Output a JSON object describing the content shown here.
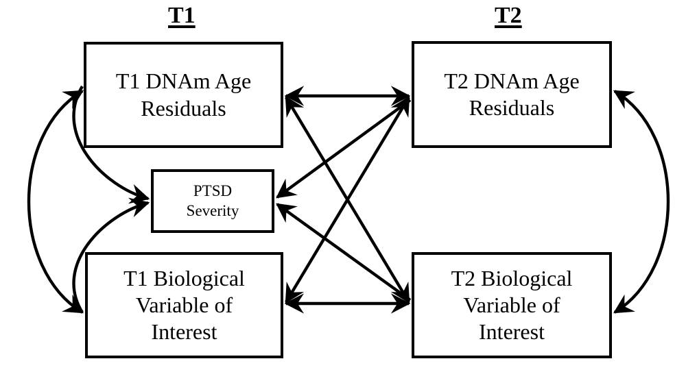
{
  "figure": {
    "type": "cross-lagged-panel-path-diagram",
    "background_color": "#FFFFFF",
    "line_color": "#000000"
  },
  "headers": [
    {
      "id": "wave-t1",
      "label": "T1"
    },
    {
      "id": "wave-t2",
      "label": "T2"
    }
  ],
  "nodes": [
    {
      "id": "t1-dnam-age-residuals",
      "line1": "T1 DNAm Age",
      "line2": "Residuals",
      "full_label": "T1 DNAm Age Residuals"
    },
    {
      "id": "t2-dnam-age-residuals",
      "line1": "T2 DNAm Age",
      "line2": "Residuals",
      "full_label": "T2 DNAm Age Residuals"
    },
    {
      "id": "ptsd-severity",
      "line1": "PTSD",
      "line2": "Severity",
      "full_label": "PTSD Severity"
    },
    {
      "id": "t1-biological-variable-of-interest",
      "line1": "T1 Biological",
      "line2": "Variable of",
      "line3": "Interest",
      "full_label": "T1 Biological Variable of Interest"
    },
    {
      "id": "t2-biological-variable-of-interest",
      "line1": "T2 Biological",
      "line2": "Variable of",
      "line3": "Interest",
      "full_label": "T2 Biological Variable of Interest"
    }
  ],
  "edges": [
    {
      "id": "edge-t1dnam-t2dnam",
      "from": "t1-dnam-age-residuals",
      "to": "t2-dnam-age-residuals",
      "style": "straight",
      "arrowheads": "both"
    },
    {
      "id": "edge-t1bio-t2bio",
      "from": "t1-biological-variable-of-interest",
      "to": "t2-biological-variable-of-interest",
      "style": "straight",
      "arrowheads": "both"
    },
    {
      "id": "edge-t1dnam-t2bio",
      "from": "t1-dnam-age-residuals",
      "to": "t2-biological-variable-of-interest",
      "style": "diagonal",
      "arrowheads": "both"
    },
    {
      "id": "edge-t1bio-t2dnam",
      "from": "t1-biological-variable-of-interest",
      "to": "t2-dnam-age-residuals",
      "style": "diagonal",
      "arrowheads": "both"
    },
    {
      "id": "edge-t2dnam-ptsd",
      "from": "t2-dnam-age-residuals",
      "to": "ptsd-severity",
      "style": "diagonal",
      "arrowheads": "end"
    },
    {
      "id": "edge-t2bio-ptsd",
      "from": "t2-biological-variable-of-interest",
      "to": "ptsd-severity",
      "style": "diagonal",
      "arrowheads": "end"
    },
    {
      "id": "edge-t1dnam-ptsd",
      "from": "t1-dnam-age-residuals",
      "to": "ptsd-severity",
      "style": "curved",
      "arrowheads": "end"
    },
    {
      "id": "edge-t1bio-ptsd",
      "from": "t1-biological-variable-of-interest",
      "to": "ptsd-severity",
      "style": "curved",
      "arrowheads": "end"
    },
    {
      "id": "edge-t1dnam-t1bio",
      "from": "t1-dnam-age-residuals",
      "to": "t1-biological-variable-of-interest",
      "style": "curved-outer-left",
      "arrowheads": "both"
    },
    {
      "id": "edge-t2dnam-t2bio",
      "from": "t2-dnam-age-residuals",
      "to": "t2-biological-variable-of-interest",
      "style": "curved-outer-right",
      "arrowheads": "both"
    }
  ]
}
